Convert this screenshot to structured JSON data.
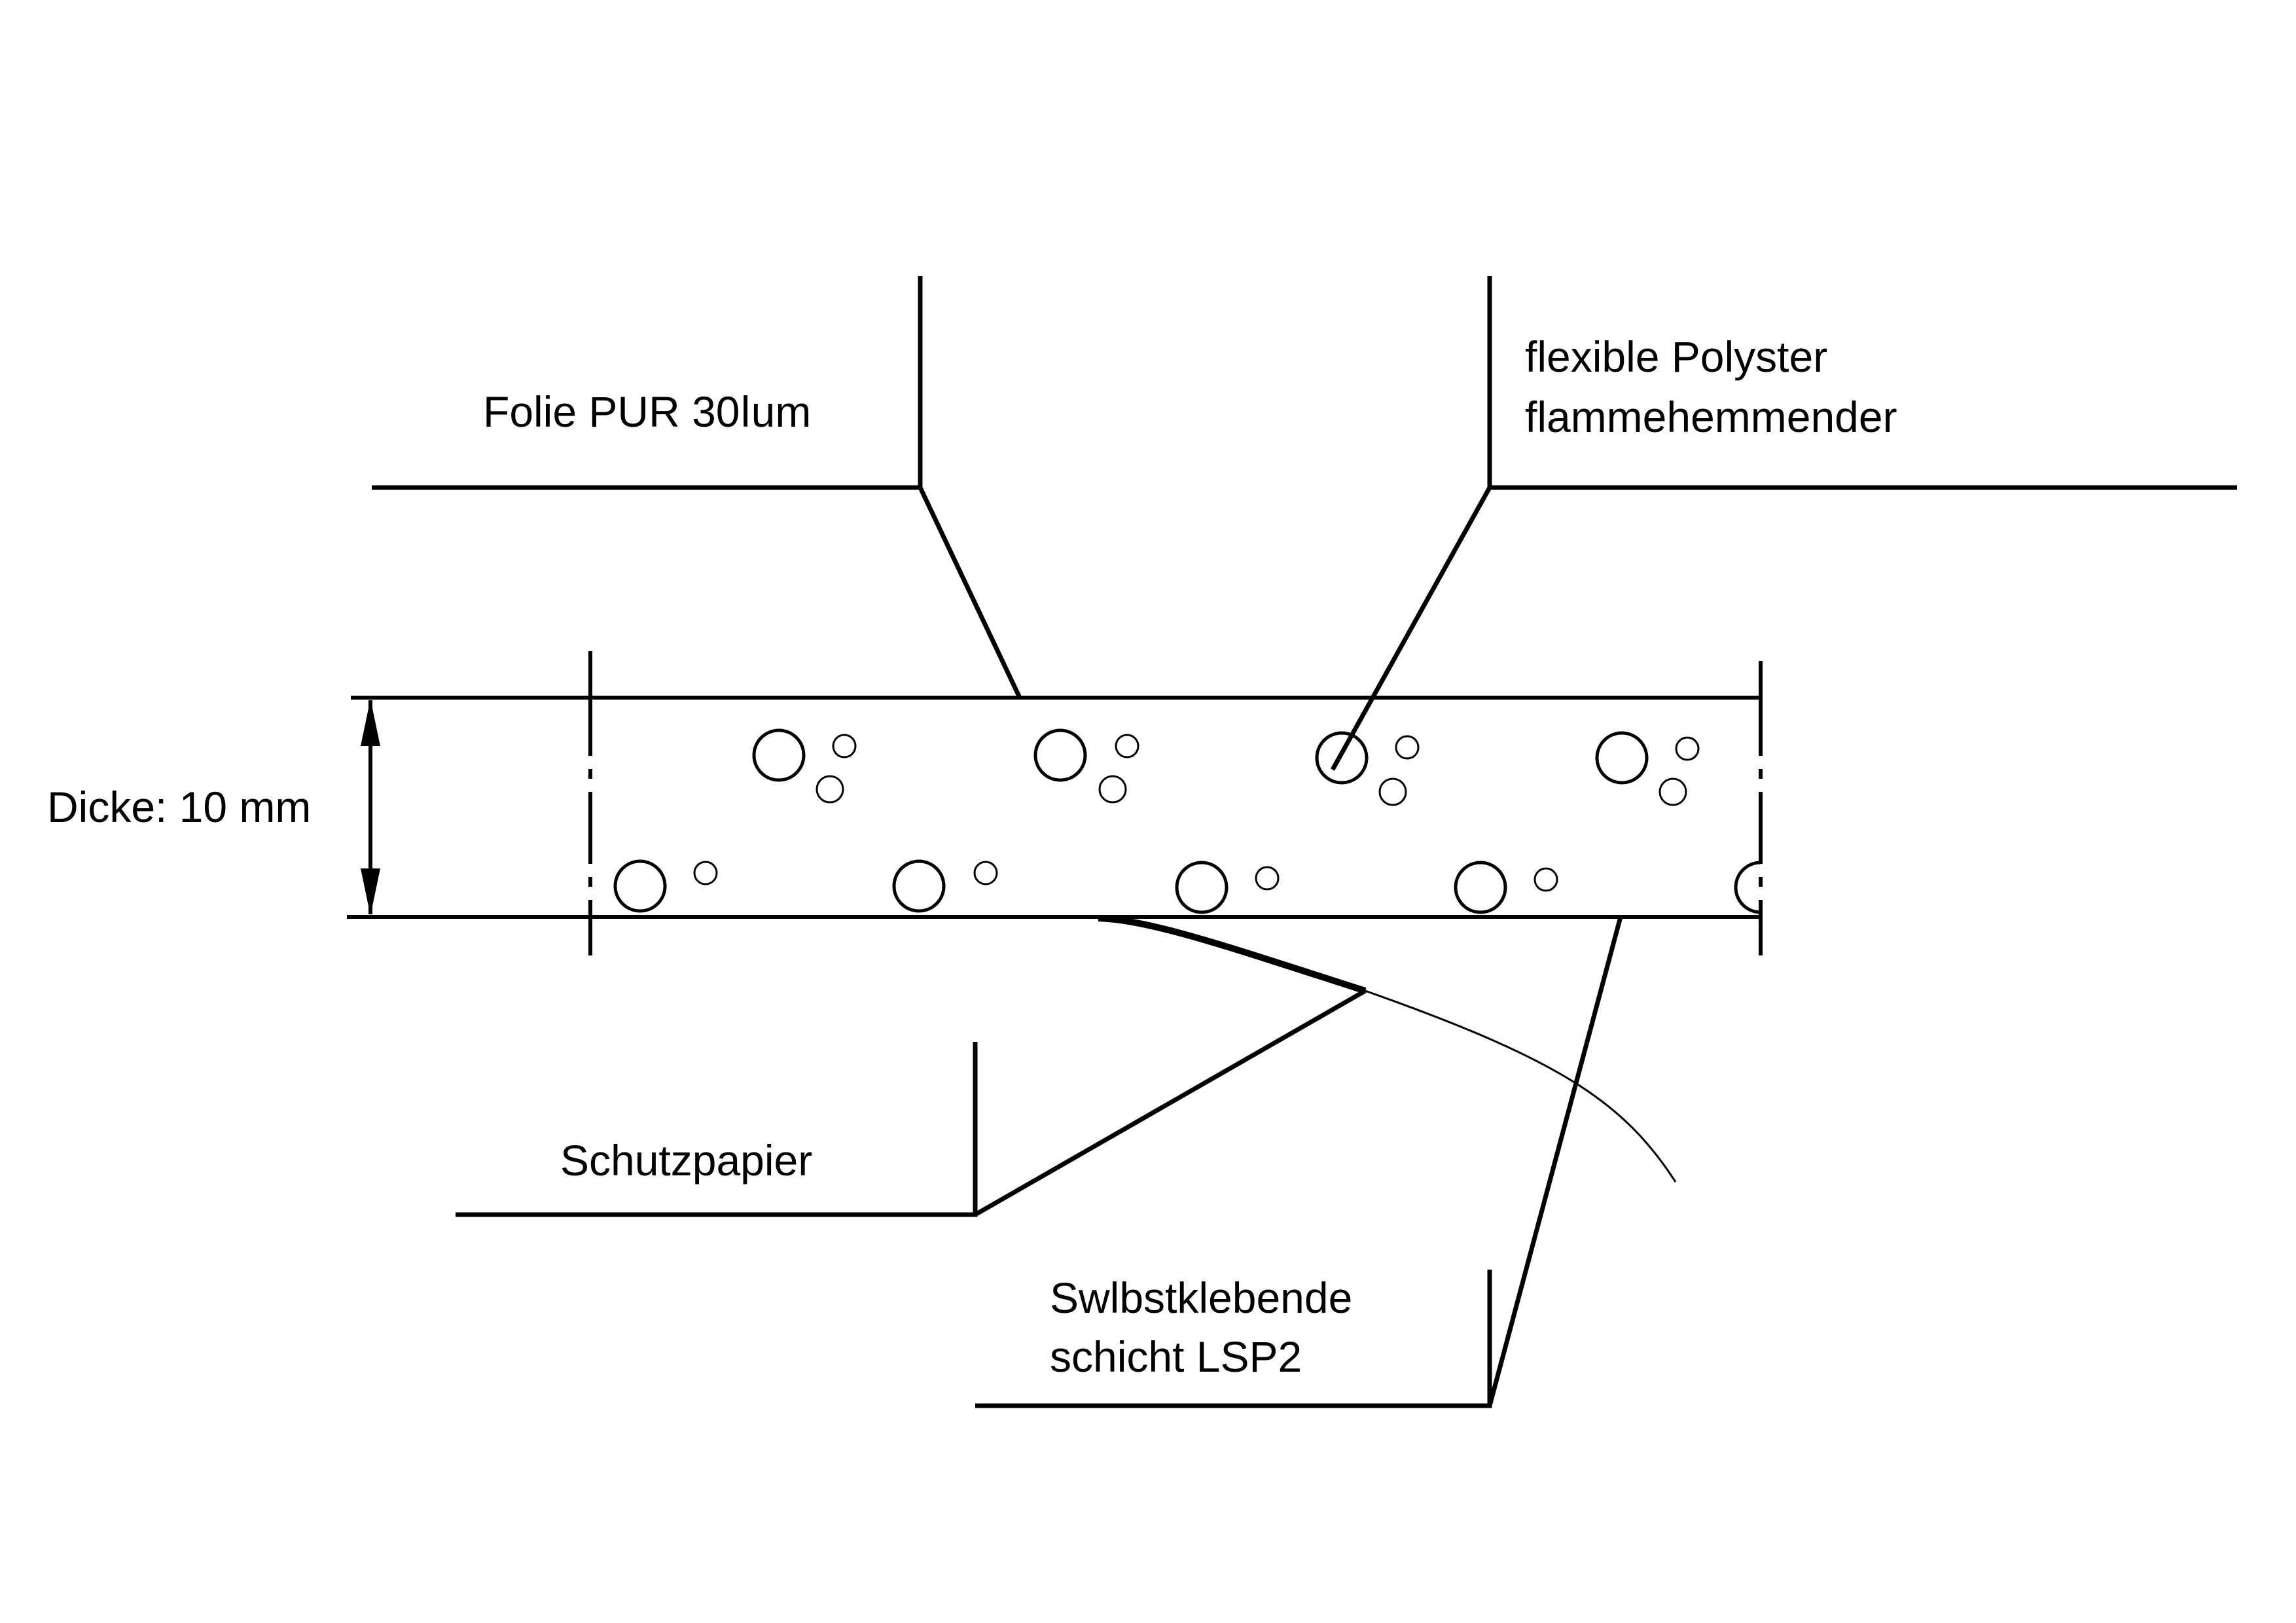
{
  "labels": {
    "folie": "Folie PUR 30ǀum",
    "polyester_line1": "flexible Polyster",
    "polyester_line2": "flammehemmender",
    "dicke": "Dicke: 10 mm",
    "schutzpapier": "Schutzpapier",
    "klebend_line1": "Swlbstklebende",
    "klebend_line2": "schicht LSP2"
  },
  "colors": {
    "ink": "#000000",
    "background": "#ffffff"
  }
}
